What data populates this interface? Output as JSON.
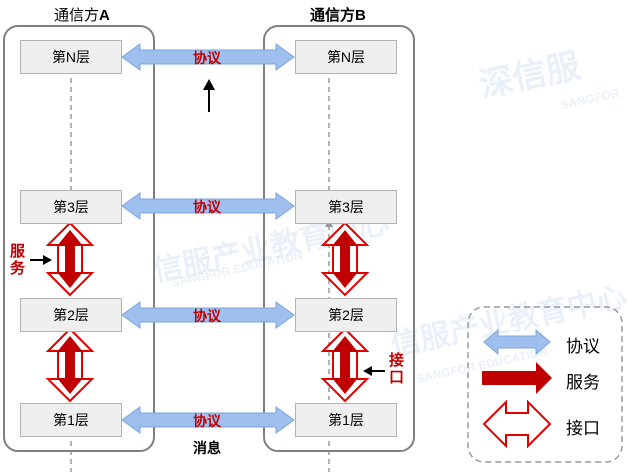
{
  "party_a": {
    "prefix": "通信方",
    "suffix": "A"
  },
  "party_b": {
    "prefix": "通信方",
    "suffix": "B"
  },
  "layers_a": [
    "第N层",
    "第3层",
    "第2层",
    "第1层"
  ],
  "layers_b": [
    "第N层",
    "第3层",
    "第2层",
    "第1层"
  ],
  "protocols": [
    "协议",
    "协议",
    "协议",
    "协议"
  ],
  "message_label": "消息",
  "service_label": [
    "服",
    "务"
  ],
  "interface_label": [
    "接",
    "口"
  ],
  "legend": {
    "protocol": "协议",
    "service": "服务",
    "interface": "接口"
  },
  "watermark": {
    "main": "深信服",
    "sub": "SANGFOR",
    "middle": "信服产业教育中心",
    "middle_sub": "SANGFOR EDUCATION"
  },
  "colors": {
    "arrow_blue": "#9fc0ee",
    "arrow_blue_border": "#7aa4dc",
    "service_red": "#c00000",
    "interface_red": "#e00000",
    "frame_gray": "#7f7f7f"
  }
}
